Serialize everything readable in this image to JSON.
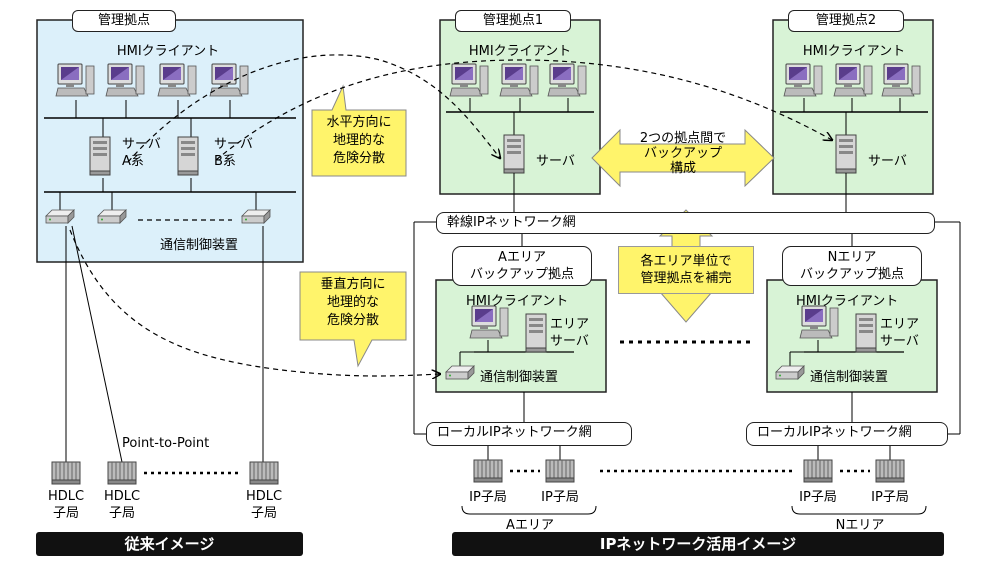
{
  "legacy": {
    "site_label": "管理拠点",
    "hmi_label": "HMIクライアント",
    "server_a": "サーバ\nA系",
    "server_b": "サーバ\nB系",
    "comm_label": "通信制御装置",
    "p2p_label": "Point-to-Point",
    "hdlc_label": "HDLC\n子局",
    "caption": "従来イメージ"
  },
  "ip": {
    "site1_label": "管理拠点1",
    "site2_label": "管理拠点2",
    "hmi_label": "HMIクライアント",
    "server_label": "サーバ",
    "backup_note": "2つの拠点間で\nバックアップ\n構成",
    "backbone_label": "幹線IPネットワーク網",
    "area_a_title": "Aエリア\nバックアップ拠点",
    "area_n_title": "Nエリア\nバックアップ拠点",
    "area_hmi_label": "HMIクライアント",
    "area_server_label": "エリア\nサーバ",
    "area_comm_label": "通信制御装置",
    "complement_note": "各エリア単位で\n管理拠点を補完",
    "local_net_label": "ローカルIPネットワーク網",
    "ip_station_label": "IP子局",
    "area_a_name": "Aエリア",
    "area_n_name": "Nエリア",
    "caption": "IPネットワーク活用イメージ"
  },
  "callouts": {
    "horizontal": "水平方向に\n地理的な\n危険分散",
    "vertical": "垂直方向に\n地理的な\n危険分散"
  },
  "colors": {
    "legacy_site": "#dcf0fa",
    "ip_site": "#d8f3d6",
    "callout_yellow": "#fff46b",
    "caption_bar": "#111111"
  }
}
